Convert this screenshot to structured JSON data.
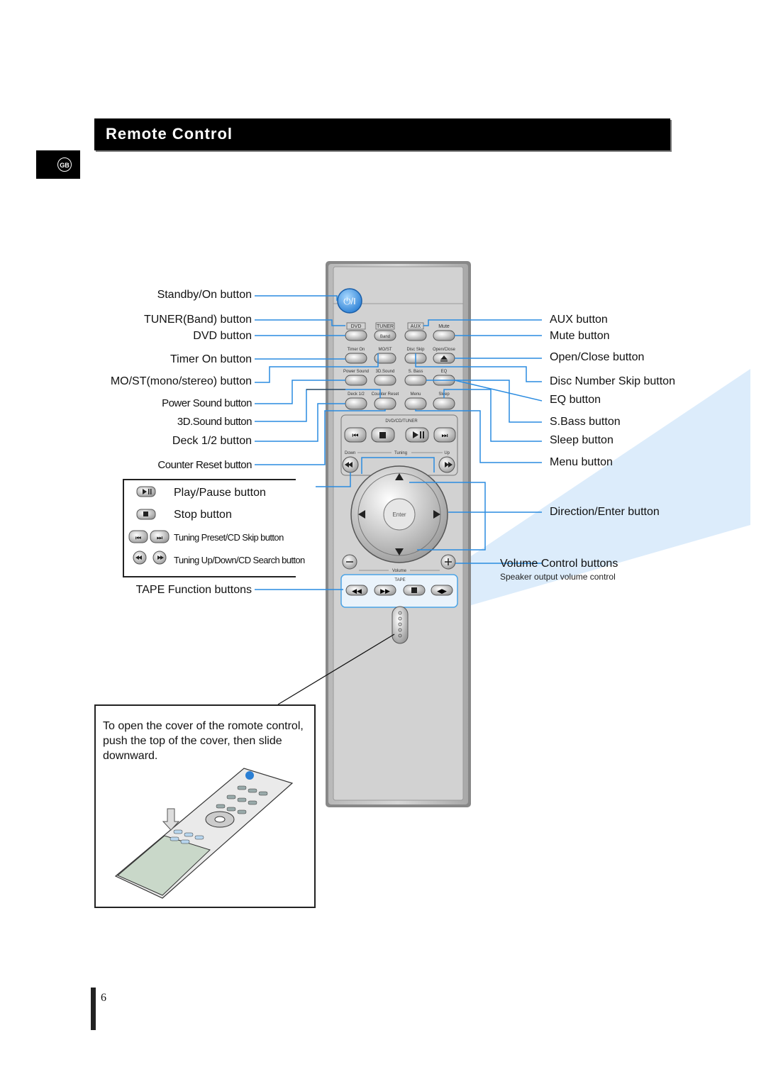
{
  "header": {
    "title": "Remote Control",
    "region_badge": "GB"
  },
  "left_labels": {
    "standby": "Standby/On button",
    "tuner_band": "TUNER(Band) button",
    "dvd": "DVD button",
    "timer_on": "Timer On button",
    "mo_st": "MO/ST(mono/stereo) button",
    "power_sound": "Power Sound button",
    "sound_3d": "3D.Sound  button",
    "deck": "Deck 1/2 button",
    "counter_reset": "Counter Reset button",
    "tape_function": "TAPE Function buttons"
  },
  "legend": {
    "play_pause": "Play/Pause button",
    "stop": "Stop button",
    "tuning_preset": "Tuning Preset/CD Skip button",
    "tuning_updown": "Tuning Up/Down/CD Search button"
  },
  "right_labels": {
    "aux": "AUX button",
    "mute": "Mute button",
    "open_close": "Open/Close button",
    "disc_skip": "Disc Number Skip button",
    "eq": "EQ button",
    "sbass": "S.Bass button",
    "sleep": "Sleep button",
    "menu": "Menu button",
    "direction_enter": "Direction/Enter button",
    "volume_control": "Volume Control buttons",
    "volume_sub": "Speaker output volume control"
  },
  "remote": {
    "row1": [
      "DVD",
      "TUNER",
      "AUX",
      "Mute"
    ],
    "band": "Band",
    "row2": [
      "Timer On",
      "MO/ST",
      "Disc Skip",
      "Open/Close"
    ],
    "row3": [
      "Power Sound",
      "3D.Sound",
      "S. Bass",
      "EQ"
    ],
    "row4": [
      "Deck 1/2",
      "Counter Reset",
      "Menu",
      "Sleep"
    ],
    "dvd_cd_tuner": "DVD/CD/TUNER",
    "down": "Down",
    "tuning": "Tuning",
    "up": "Up",
    "enter": "Enter",
    "volume": "Volume",
    "tape": "TAPE",
    "standby_symbol": "⏻/I"
  },
  "cover_instruction": "To open the cover of the romote control, push the top of the cover, then slide downward.",
  "page_number": "6"
}
